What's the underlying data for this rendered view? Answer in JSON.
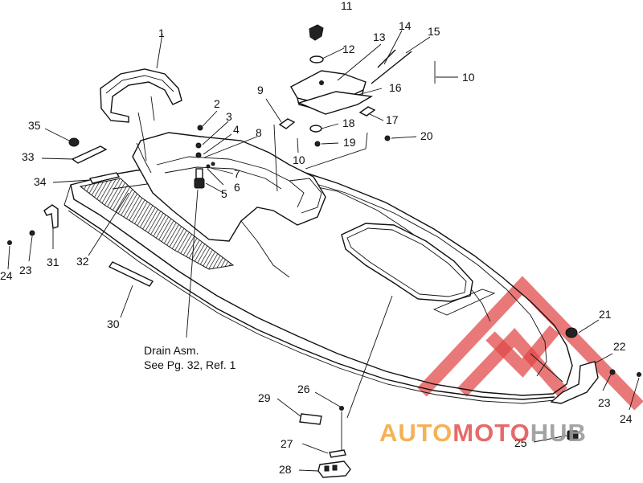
{
  "diagram": {
    "callouts": [
      {
        "id": "c1",
        "text": "1"
      },
      {
        "id": "c2",
        "text": "2"
      },
      {
        "id": "c3",
        "text": "3"
      },
      {
        "id": "c4",
        "text": "4"
      },
      {
        "id": "c5",
        "text": "5"
      },
      {
        "id": "c6",
        "text": "6"
      },
      {
        "id": "c7",
        "text": "7"
      },
      {
        "id": "c8",
        "text": "8"
      },
      {
        "id": "c9",
        "text": "9"
      },
      {
        "id": "c10a",
        "text": "10"
      },
      {
        "id": "c10b",
        "text": "10"
      },
      {
        "id": "c11",
        "text": "11"
      },
      {
        "id": "c12",
        "text": "12"
      },
      {
        "id": "c13",
        "text": "13"
      },
      {
        "id": "c14",
        "text": "14"
      },
      {
        "id": "c15",
        "text": "15"
      },
      {
        "id": "c16",
        "text": "16"
      },
      {
        "id": "c17",
        "text": "17"
      },
      {
        "id": "c18",
        "text": "18"
      },
      {
        "id": "c19",
        "text": "19"
      },
      {
        "id": "c20",
        "text": "20"
      },
      {
        "id": "c21",
        "text": "21"
      },
      {
        "id": "c22",
        "text": "22"
      },
      {
        "id": "c23a",
        "text": "23"
      },
      {
        "id": "c23b",
        "text": "23"
      },
      {
        "id": "c24a",
        "text": "24"
      },
      {
        "id": "c24b",
        "text": "24"
      },
      {
        "id": "c25",
        "text": "25"
      },
      {
        "id": "c26",
        "text": "26"
      },
      {
        "id": "c27",
        "text": "27"
      },
      {
        "id": "c28",
        "text": "28"
      },
      {
        "id": "c29",
        "text": "29"
      },
      {
        "id": "c30",
        "text": "30"
      },
      {
        "id": "c31",
        "text": "31"
      },
      {
        "id": "c32",
        "text": "32"
      },
      {
        "id": "c33",
        "text": "33"
      },
      {
        "id": "c34",
        "text": "34"
      },
      {
        "id": "c35",
        "text": "35"
      }
    ],
    "note": {
      "line1": "Drain Asm.",
      "line2": "See Pg. 32, Ref. 1"
    }
  },
  "watermark": {
    "part1": "AUTO",
    "part2": "MOTO",
    "part3": "HUB",
    "colors": {
      "orange": "#f5a33a",
      "red": "#e04545",
      "gray": "#9a9a9a"
    }
  }
}
